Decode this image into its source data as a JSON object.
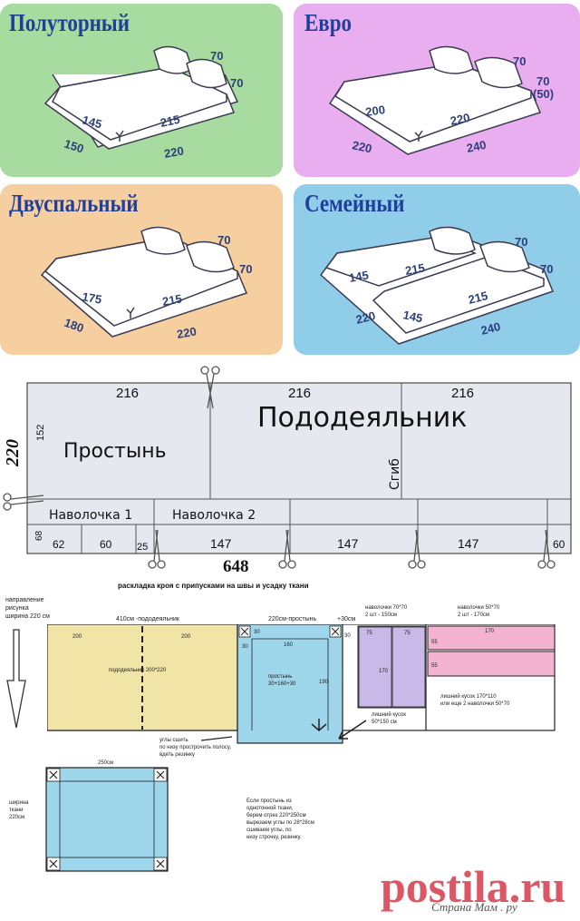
{
  "colors": {
    "green": "#a8dba0",
    "violet": "#e9aef0",
    "peach": "#f6cfa1",
    "blue": "#8fcde8",
    "layout_blue": "#9ed6ec",
    "layout_yellow": "#f0e4a6",
    "layout_violet": "#c8b9e8",
    "layout_pink": "#f5b3d2",
    "watermark": "#d73a4a"
  },
  "panels": {
    "p1": {
      "title": "Полуторный",
      "pillow_w": "70",
      "pillow_h": "70",
      "sheet_depth": "145",
      "sheet_len": "215",
      "duvet_depth": "150",
      "duvet_len": "220"
    },
    "p2": {
      "title": "Евро",
      "pillow_w": "70",
      "pillow_h": "70",
      "pillow_alt": "(50)",
      "sheet_depth": "200",
      "sheet_len": "220",
      "duvet_depth": "220",
      "duvet_len": "240"
    },
    "p3": {
      "title": "Двуспальный",
      "pillow_w": "70",
      "pillow_h": "70",
      "sheet_depth": "175",
      "sheet_len": "215",
      "duvet_depth": "180",
      "duvet_len": "220"
    },
    "p4": {
      "title": "Семейный",
      "pillow_w": "70",
      "pillow_h": "70",
      "sheet1_depth": "145",
      "sheet1_len": "215",
      "sheet2_depth": "145",
      "sheet2_len": "215",
      "duvet_depth": "220",
      "duvet_len": "240"
    }
  },
  "scheme": {
    "height": "220",
    "h152": "152",
    "w1": "216",
    "w2": "216",
    "w3": "216",
    "duvet": "Пододеяльник",
    "sheet": "Простынь",
    "fold": "Сгиб",
    "pillow1": "Наволочка 1",
    "pillow2": "Наволочка 2",
    "h68": "68",
    "b1": "62",
    "b2": "60",
    "b3": "25",
    "b4": "147",
    "b5": "147",
    "b6": "147",
    "b7": "60",
    "total": "648"
  },
  "layout": {
    "title": "раскладка кроя с припусками на швы и усадку ткани",
    "direction": [
      "направление",
      "рисунка",
      "ширина 220 см"
    ],
    "duvet_total": "410см -пододеяльник",
    "d_left": "200",
    "d_right": "200",
    "duvet_label": "пододеяльник 200*220",
    "sheet_total": "220см-простынь",
    "plus30": "+30см",
    "sheet_c30a": "30",
    "sheet_c30b": "30",
    "sheet_160": "160",
    "sheet_30r": "30",
    "sheet_label": [
      "простынь",
      "30+160+30"
    ],
    "sheet_190": "190",
    "corner_note": [
      "углы сшить",
      "по низу прострочить полосу,",
      "вдеть резинку"
    ],
    "pc70_title": [
      "наволочки 70*70",
      "2 шт - 150см"
    ],
    "pc70_75a": "75",
    "pc70_75b": "75",
    "pc70_170": "170",
    "extra": [
      "лишний кусок",
      "50*150 см"
    ],
    "pc50_title": [
      "наволочки 50*70",
      "2 шт - 170см"
    ],
    "pc50_170": "170",
    "pc50_55a": "55",
    "pc50_55b": "55",
    "extra2": [
      "лишний кусок 170*110",
      "или еще 2 наволочки 50*70"
    ],
    "w250": "250см",
    "width_label": [
      "ширина",
      "ткани",
      "220см"
    ],
    "plain_note": [
      "Если простынь из",
      "однотонной ткани,",
      "берем отрез 220*250см",
      "вырезаем углы по 28*28см",
      "сшиваем углы, по",
      "низу строчку, резинку."
    ]
  },
  "watermark": {
    "main": "postila.ru",
    "sub": "Страна Мам . ру"
  }
}
